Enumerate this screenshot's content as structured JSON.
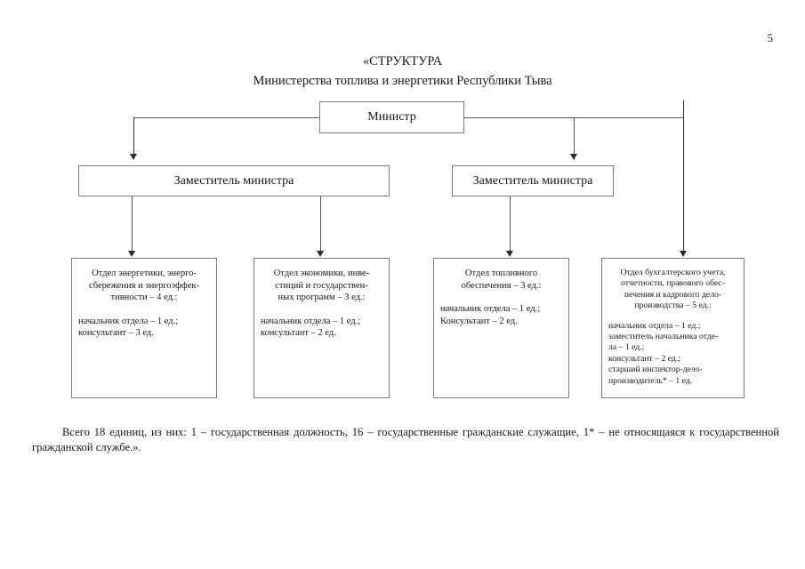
{
  "document": {
    "page_number": "5",
    "title_lines": [
      "«СТРУКТУРА",
      "Министерства топлива и энергетики Республики Тыва"
    ],
    "footer_text": "Всего 18 единиц, из них: 1 – государственная должность, 16 – государственные гражданские служащие, 1* – не относящаяся к государственной гражданской службе.»."
  },
  "chart_data": {
    "type": "diagram",
    "title": "«СТРУКТУРА Министерства топлива и энергетики Республики Тыва",
    "nodes": [
      {
        "id": "minister",
        "label": "Министр",
        "level": 0
      },
      {
        "id": "deputy-1",
        "label": "Заместитель министра",
        "level": 1
      },
      {
        "id": "deputy-2",
        "label": "Заместитель министра",
        "level": 1
      },
      {
        "id": "dept-1",
        "level": 2,
        "head": "Отдел энергетики, энерго-\nсбережения и энергоэффек-\nтивности – 4 ед.:",
        "body": "начальник отдела – 1 ед.;\nконсультант – 3 ед.",
        "units": 4
      },
      {
        "id": "dept-2",
        "level": 2,
        "head": "Отдел экономики, инве-\nстиций и государствен-\nных программ – 3 ед.:",
        "body": "начальник отдела – 1 ед.;\nконсультант – 2 ед.",
        "units": 3
      },
      {
        "id": "dept-3",
        "level": 2,
        "head": "Отдел топливного\nобеспечения – 3 ед.:",
        "body": "начальник отдела – 1 ед.;\nКонсультант – 2 ед.",
        "units": 3
      },
      {
        "id": "dept-4",
        "level": 2,
        "head": "Отдел бухгалтерского учета,\nотчетности, правового обес-\nпечения и кадрового дело-\nпроизводства – 5 ед.:",
        "body": "начальник отдела – 1 ед.;\nзаместитель начальника отде-\nла – 1 ед.;\nконсультант – 2 ед.;\nстарший инспектор-дело-\nпроизводитель* – 1 ед.",
        "units": 5
      }
    ],
    "edges": [
      {
        "from": "minister",
        "to": "deputy-1"
      },
      {
        "from": "minister",
        "to": "deputy-2"
      },
      {
        "from": "minister",
        "to": "dept-4"
      },
      {
        "from": "deputy-1",
        "to": "dept-1"
      },
      {
        "from": "deputy-1",
        "to": "dept-2"
      },
      {
        "from": "deputy-2",
        "to": "dept-3"
      }
    ],
    "totals": {
      "total_units": 18,
      "state_position": 1,
      "civil_servants": 16,
      "non_civil_service": 1
    }
  }
}
